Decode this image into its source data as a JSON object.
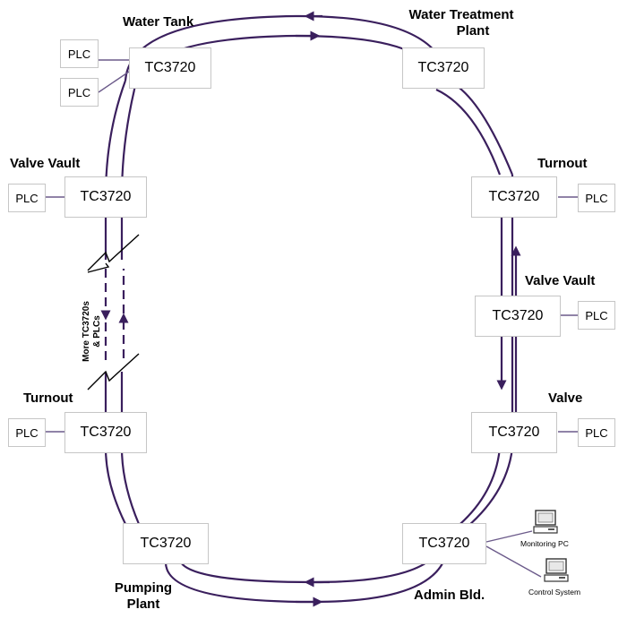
{
  "nodes": {
    "water_tank": "TC3720",
    "water_treatment": "TC3720",
    "valve_vault_left": "TC3720",
    "turnout_right": "TC3720",
    "valve_vault_right": "TC3720",
    "turnout_left": "TC3720",
    "valve_right": "TC3720",
    "pumping": "TC3720",
    "admin": "TC3720"
  },
  "plc": {
    "water_tank_1": "PLC",
    "water_tank_2": "PLC",
    "valve_vault_left": "PLC",
    "turnout_right": "PLC",
    "valve_vault_right": "PLC",
    "turnout_left": "PLC",
    "valve_right": "PLC"
  },
  "sites": {
    "water_tank": "Water Tank",
    "water_treatment_1": "Water Treatment",
    "water_treatment_2": "Plant",
    "valve_vault_left": "Valve Vault",
    "turnout_right": "Turnout",
    "valve_vault_right": "Valve Vault",
    "turnout_left": "Turnout",
    "valve": "Valve",
    "pumping_1": "Pumping",
    "pumping_2": "Plant",
    "admin": "Admin Bld."
  },
  "note": {
    "line1": "More TC3720s",
    "line2": "& PLCs"
  },
  "computers": {
    "monitoring": "Monitoring PC",
    "control": "Control System"
  },
  "icons": [
    "computer-icon"
  ],
  "colors": {
    "fiber": "#3a1f5d",
    "link": "#6b5a8a",
    "box_border": "#c6c6c6"
  }
}
